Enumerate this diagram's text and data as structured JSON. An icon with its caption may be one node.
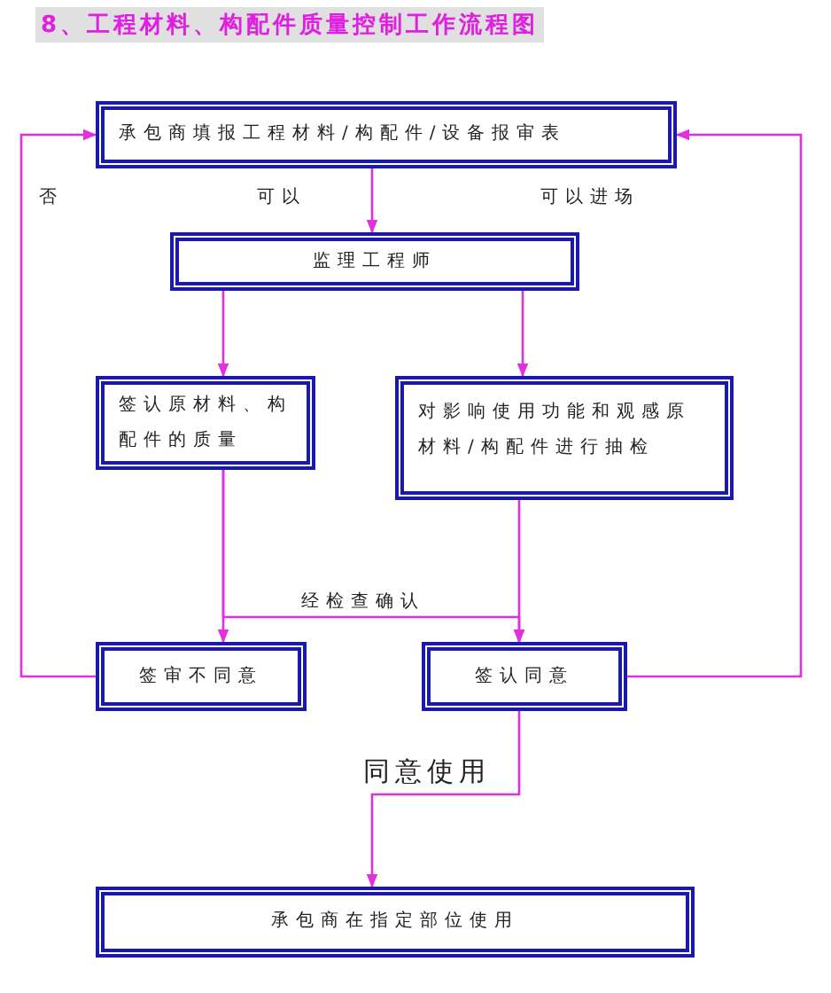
{
  "diagram": {
    "title": "8、工程材料、构配件质量控制工作流程图",
    "nodes": [
      {
        "text": [
          "承包商填报工程材料/构配件/设备报审表"
        ]
      },
      {
        "text": [
          "监理工程师"
        ]
      },
      {
        "text": [
          "签认原材料、构配件的质量"
        ]
      },
      {
        "text": [
          "对影响使用功能和观感原材料/构配件进行抽检"
        ]
      },
      {
        "text": [
          "签审不同意"
        ]
      },
      {
        "text": [
          "签认同意"
        ]
      },
      {
        "text": [
          "承包商在指定部位使用"
        ]
      }
    ],
    "edges": [
      {
        "from": 0,
        "to": 1,
        "arrow": "to"
      },
      {
        "from": 1,
        "to": 2,
        "arrow": "to"
      },
      {
        "from": 1,
        "to": 3,
        "arrow": "to"
      },
      {
        "from": 2,
        "to": 4,
        "arrow": "to"
      },
      {
        "from": 3,
        "to": 5,
        "arrow": "to"
      },
      {
        "from": 2,
        "to": 5,
        "arrow": "to",
        "label": "经检查确认"
      },
      {
        "from": 4,
        "to": 0,
        "arrow": "to"
      },
      {
        "from": 5,
        "to": 0,
        "arrow": "to"
      },
      {
        "from": 5,
        "to": 6,
        "arrow": "to",
        "label": "同意使用"
      }
    ],
    "labels": [
      "否",
      "可以",
      "可以进场"
    ]
  }
}
